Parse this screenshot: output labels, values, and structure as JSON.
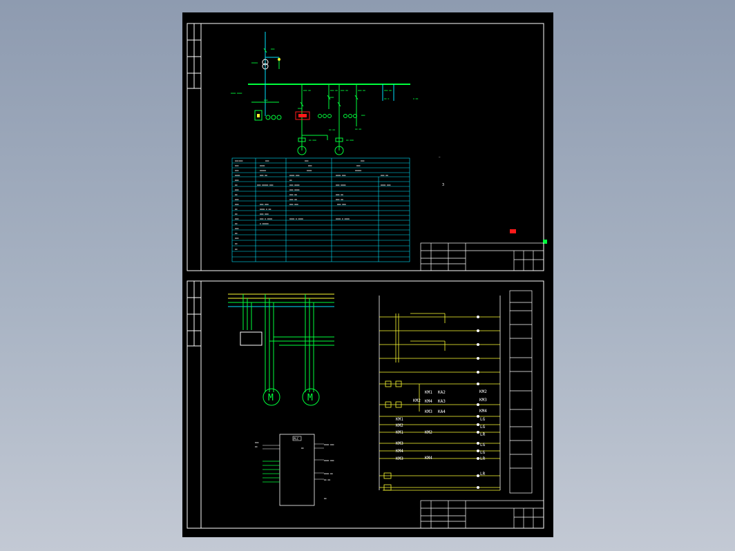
{
  "upper_sheet": {
    "feeder_labels": [
      "↹ —",
      "— —",
      "T1"
    ],
    "panel_headers": [
      "MOTOR-1",
      "MOTOR-2",
      "MOTOR-3",
      "MOTOR-4",
      "CAP"
    ],
    "table_header": [
      "—",
      "—",
      "—",
      "—"
    ],
    "side_marks": [
      "—",
      "3"
    ],
    "red_mark": "—"
  },
  "lower_sheet": {
    "control_labels": [
      "KM1",
      "KA2",
      "KM2",
      "KM2",
      "KM4",
      "KA3",
      "KM3",
      "KM3",
      "KA4",
      "KM4",
      "KM1",
      "KM2",
      "KM1",
      "KM2",
      "KM3",
      "KM4",
      "KM3",
      "KM4",
      "LG",
      "LG",
      "LR",
      "LG",
      "LG",
      "LR",
      "LR",
      "M",
      "M"
    ],
    "plc_label": "PLC"
  },
  "colors": {
    "background": "#000000",
    "frame": "#ffffff",
    "green": "#00ff3c",
    "cyan": "#00e5ff",
    "yellow": "#ffff33",
    "red": "#ff1a1a"
  }
}
